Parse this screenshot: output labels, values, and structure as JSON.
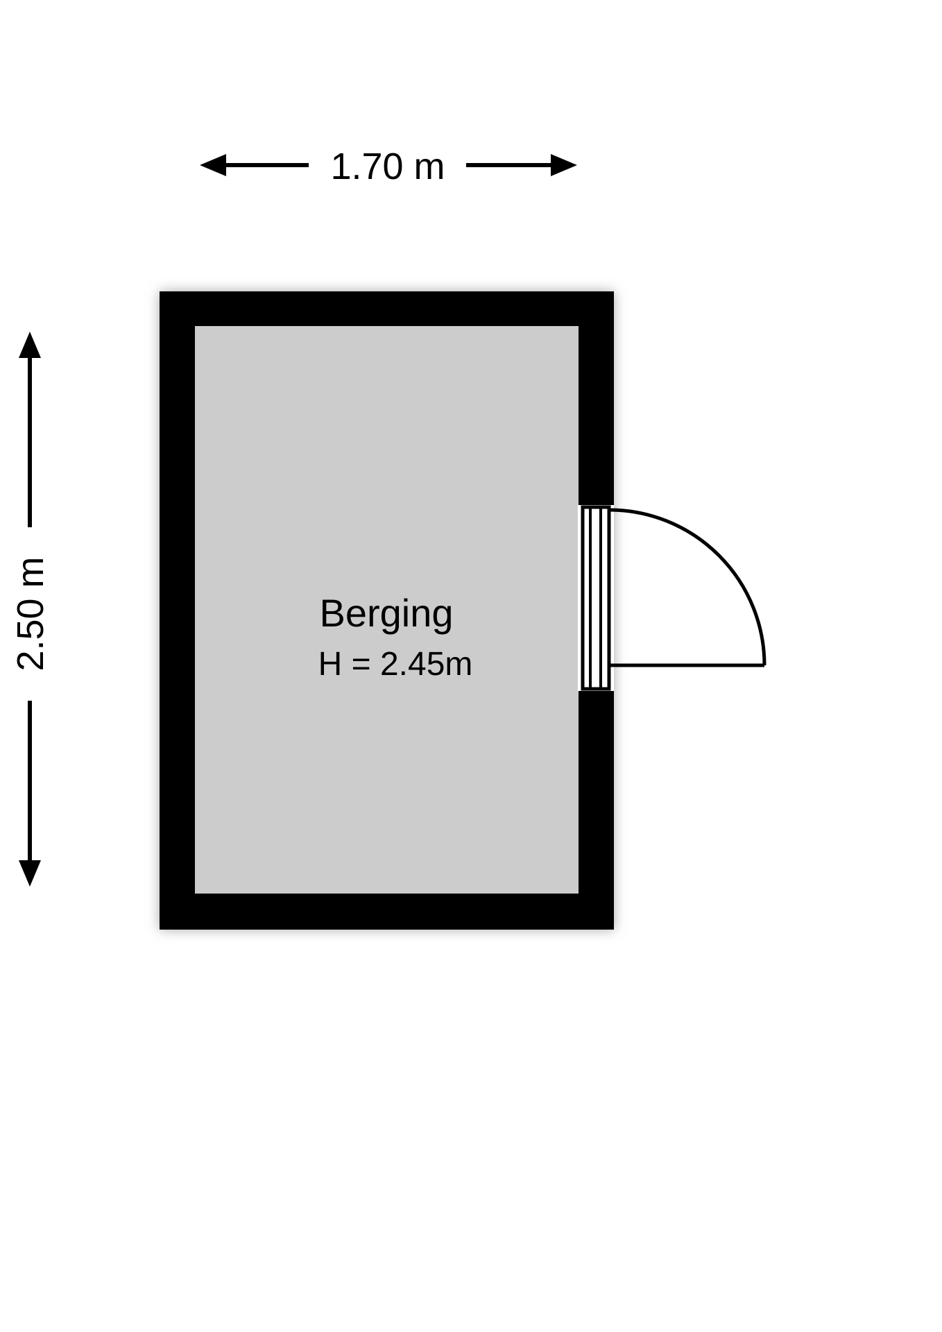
{
  "plan": {
    "title": "Berging floor plan",
    "background_color": "#ffffff",
    "wall_color": "#000000",
    "floor_color": "#cccccc",
    "line_color": "#000000",
    "door_fill_color": "#ffffff"
  },
  "dimensions": {
    "width": {
      "label": "1.70 m",
      "orientation": "horizontal",
      "value": 1.7,
      "unit": "m"
    },
    "height": {
      "label": "2.50 m",
      "orientation": "vertical",
      "value": 2.5,
      "unit": "m"
    }
  },
  "room": {
    "name": "Berging",
    "ceiling_height_label": "H = 2.45m",
    "ceiling_height_value": 2.45,
    "ceiling_height_unit": "m"
  },
  "door": {
    "name": "entry-door",
    "wall": "right",
    "swing": "outward-clockwise"
  }
}
